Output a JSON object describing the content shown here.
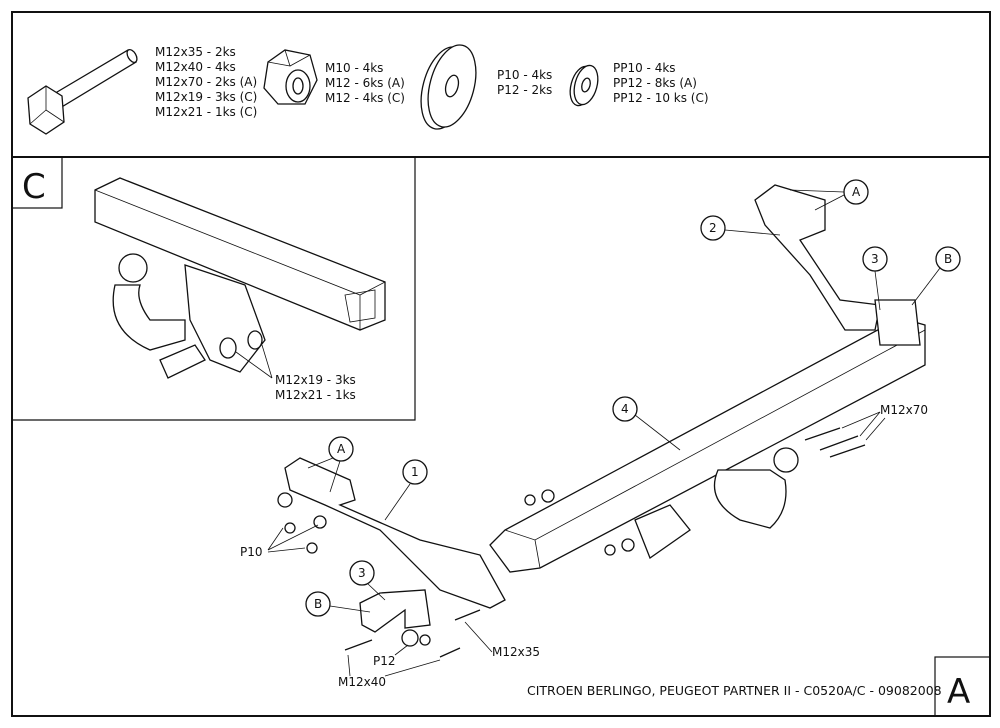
{
  "parts_list": {
    "bolts": [
      "M12x35 - 2ks",
      "M12x40 - 4ks",
      "M12x70 - 2ks (A)",
      "M12x19 - 3ks (C)",
      "M12x21 - 1ks (C)"
    ],
    "nuts": [
      "M10 - 4ks",
      "M12 - 6ks (A)",
      "M12 - 4ks (C)"
    ],
    "washers": [
      "P10 - 4ks",
      "P12 - 2ks"
    ],
    "spring_washers": [
      "PP10 - 4ks",
      "PP12 - 8ks (A)",
      "PP12 - 10 ks (C)"
    ]
  },
  "detail_c": {
    "label": "C",
    "bolt_labels": [
      "M12x19 - 3ks",
      "M12x21 - 1ks"
    ]
  },
  "callouts": {
    "a_top": "A",
    "two": "2",
    "three_right": "3",
    "b_right": "B",
    "four": "4",
    "a_left": "A",
    "one": "1",
    "three_left": "3",
    "b_left": "B"
  },
  "labels": {
    "m12x70": "M12x70",
    "p10": "P10",
    "p12": "P12",
    "m12x40": "M12x40",
    "m12x35": "M12x35"
  },
  "footer": {
    "title": "CITROEN BERLINGO, PEUGEOT PARTNER II - C0520A/C - 09082008",
    "sheet": "A"
  }
}
